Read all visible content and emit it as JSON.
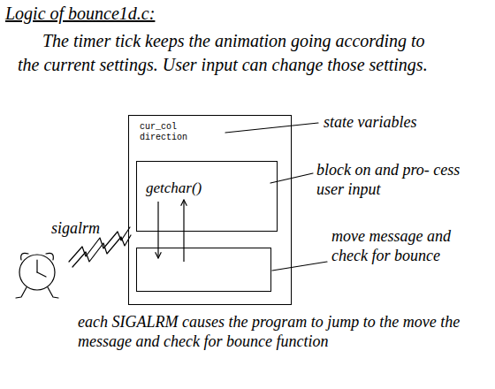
{
  "diagram": {
    "title": "Logic of bounce1d.c:",
    "caption": "each SIGALRM causes the program to jump to the move the message and check for bounce function",
    "nodes": [
      {
        "text": [
          "cur_col direction"
        ]
      },
      {
        "text": [
          "getchar()"
        ],
        "in": 0
      },
      {
        "text": [],
        "in": 0
      }
    ],
    "edges": [
      {
        "from": 1,
        "to": 2,
        "arrow": "to"
      },
      {
        "from": 2,
        "to": 1,
        "arrow": "to"
      }
    ],
    "labels": [
      "The timer tick keeps the animation going according to the current settings. User input can change those settings.",
      "state variables",
      "block on and pro- cess user input",
      "sigalrm",
      "move message and check for bounce"
    ]
  }
}
